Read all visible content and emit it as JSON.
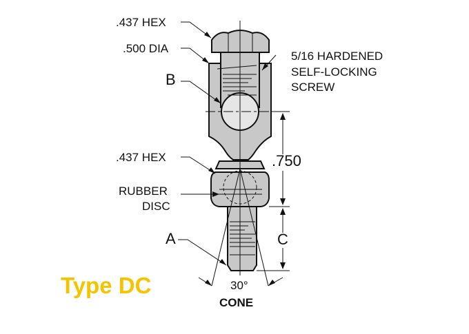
{
  "title": "Type DC",
  "labels": {
    "hex_top": ".437 HEX",
    "dia": ".500 DIA",
    "b": "B",
    "screw_line1": "5/16 HARDENED",
    "screw_line2": "SELF-LOCKING",
    "screw_line3": "SCREW",
    "dim_750": ".750",
    "hex_bottom": ".437 HEX",
    "rubber_line1": "RUBBER",
    "rubber_line2": "DISC",
    "a": "A",
    "c": "C",
    "angle": "30°",
    "cone": "CONE"
  },
  "colors": {
    "part_fill": "#c8c8c8",
    "ball_fill": "#e6e6e6",
    "title": "#f5c400"
  }
}
